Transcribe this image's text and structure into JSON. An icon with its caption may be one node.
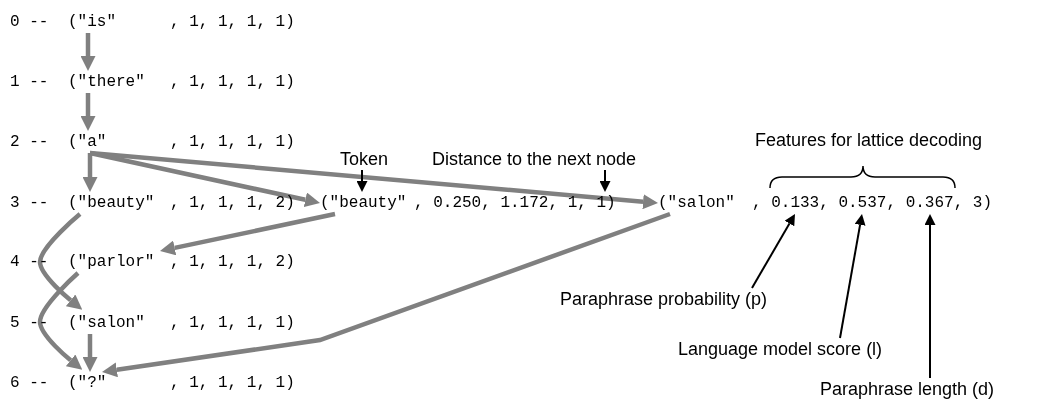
{
  "diagram": {
    "nodes": [
      {
        "text": [
          "(\"is\"",
          ", 1, 1, 1, 1)"
        ]
      },
      {
        "text": [
          "(\"there\"",
          ", 1, 1, 1, 1)"
        ]
      },
      {
        "text": [
          "(\"a\"",
          ", 1, 1, 1, 1)"
        ]
      },
      {
        "text": [
          "(\"beauty\"",
          ", 1, 1, 1, 2)"
        ]
      },
      {
        "text": [
          "(\"beauty\"",
          ", 0.250, 1.172, 1, 1)"
        ]
      },
      {
        "text": [
          "(\"salon\"",
          ", 0.133, 0.537, 0.367, 3)"
        ]
      },
      {
        "text": [
          "(\"parlor\"",
          ", 1, 1, 1, 2)"
        ]
      },
      {
        "text": [
          "(\"salon\"",
          ", 1, 1, 1, 1)"
        ]
      },
      {
        "text": [
          "(\"?\"",
          ", 1, 1, 1, 1)"
        ]
      },
      {
        "text": [
          "Token"
        ]
      },
      {
        "text": [
          "Distance to the next node"
        ]
      },
      {
        "text": [
          "Paraphrase probability (p)"
        ]
      },
      {
        "text": [
          "Language model score (l)"
        ]
      },
      {
        "text": [
          "Paraphrase length (d)"
        ]
      }
    ],
    "edges": [
      {
        "from": 0,
        "to": 1,
        "arrow": "to"
      },
      {
        "from": 1,
        "to": 2,
        "arrow": "to"
      },
      {
        "from": 2,
        "to": 3,
        "arrow": "to"
      },
      {
        "from": 2,
        "to": 4,
        "arrow": "to"
      },
      {
        "from": 2,
        "to": 5,
        "arrow": "to"
      },
      {
        "from": 3,
        "to": 7,
        "arrow": "to"
      },
      {
        "from": 4,
        "to": 6,
        "arrow": "to"
      },
      {
        "from": 6,
        "to": 8,
        "arrow": "to"
      },
      {
        "from": 7,
        "to": 8,
        "arrow": "to"
      },
      {
        "from": 5,
        "to": 8,
        "arrow": "to"
      },
      {
        "from": 9,
        "to": 4,
        "arrow": "to",
        "color": "#000000"
      },
      {
        "from": 10,
        "to": 4,
        "arrow": "to",
        "color": "#000000"
      },
      {
        "from": 11,
        "to": 5,
        "arrow": "to",
        "color": "#000000"
      },
      {
        "from": 12,
        "to": 5,
        "arrow": "to",
        "color": "#000000"
      },
      {
        "from": 13,
        "to": 5,
        "arrow": "to",
        "color": "#000000"
      }
    ],
    "labels": [
      "0 --",
      "1 --",
      "2 --",
      "3 --",
      "Features for lattice decoding",
      "4 --",
      "5 --",
      "6 --"
    ]
  }
}
